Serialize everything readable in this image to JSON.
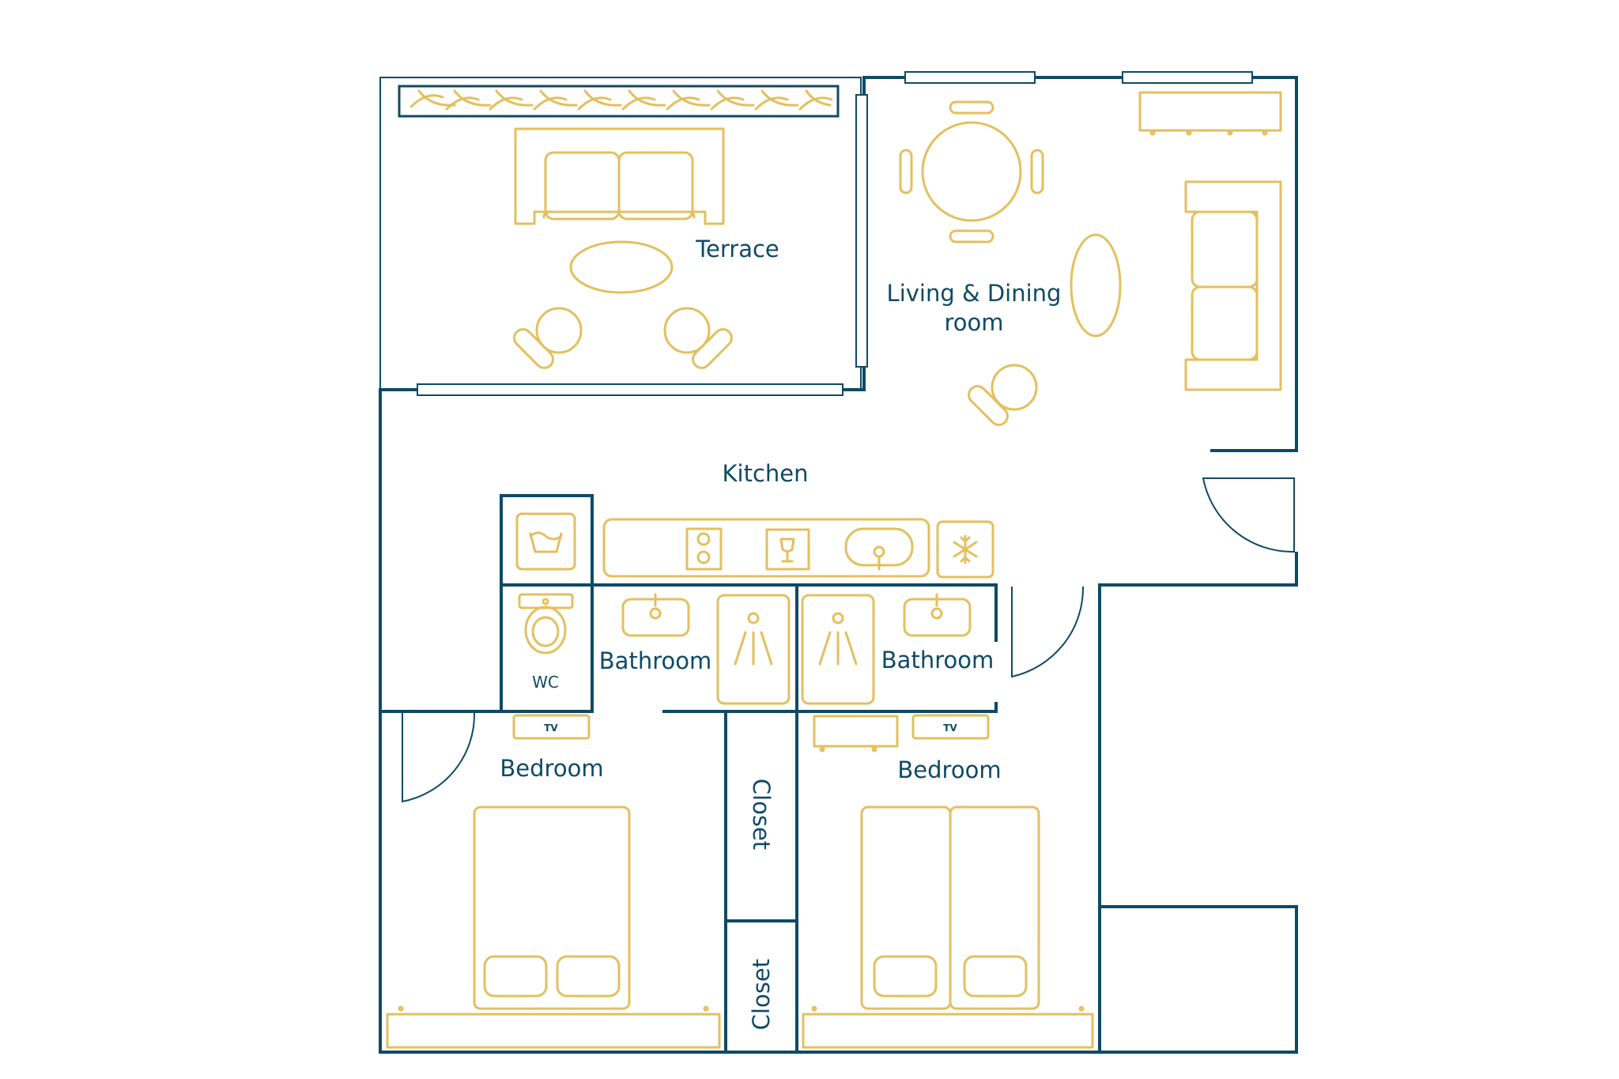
{
  "colors": {
    "wall": "#0e4a66",
    "furniture": "#e3bf5e",
    "background": "#ffffff"
  },
  "rooms": {
    "terrace": "Terrace",
    "living_line1": "Living & Dining",
    "living_line2": "room",
    "kitchen": "Kitchen",
    "wc": "WC",
    "bathroom_left": "Bathroom",
    "bathroom_right": "Bathroom",
    "bedroom_left": "Bedroom",
    "bedroom_right": "Bedroom",
    "closet_upper": "Closet",
    "closet_lower": "Closet"
  },
  "tv": {
    "left": "TV",
    "right": "TV"
  },
  "icons": [
    "laundry-basin-icon",
    "stove-icon",
    "wine-cooler-icon",
    "sink-icon",
    "freezer-snowflake-icon",
    "toilet-icon",
    "shower-icon"
  ]
}
